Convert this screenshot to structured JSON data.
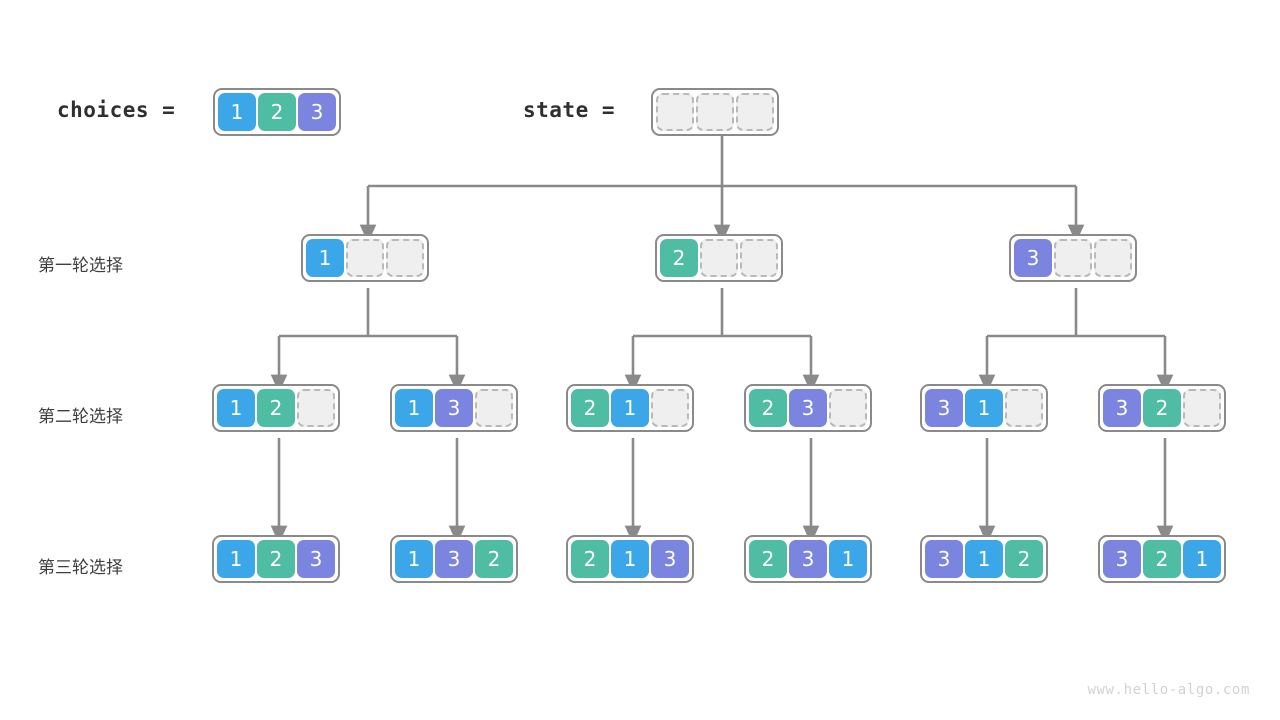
{
  "diagram": {
    "title": "permutation-backtracking-tree",
    "watermark": "www.hello-algo.com",
    "colors": {
      "blue": "#3BA7E8",
      "teal": "#4FBCA4",
      "purple": "#7B84DE",
      "empty_fill": "#efefef",
      "empty_border": "#b9b9b9",
      "box_border": "#8a8a8a",
      "edge": "#8a8a8a",
      "text": "#3f3f3f",
      "watermark": "#d2d2d2"
    }
  },
  "header": {
    "choices_label": "choices =",
    "state_label": "state =",
    "choices_values": [
      "1",
      "2",
      "3"
    ],
    "state_values": [
      "",
      "",
      ""
    ]
  },
  "rows": [
    {
      "label": "第一轮选择"
    },
    {
      "label": "第二轮选择"
    },
    {
      "label": "第三轮选择"
    }
  ],
  "level1": [
    {
      "values": [
        "1",
        "",
        ""
      ]
    },
    {
      "values": [
        "2",
        "",
        ""
      ]
    },
    {
      "values": [
        "3",
        "",
        ""
      ]
    }
  ],
  "level2": [
    {
      "values": [
        "1",
        "2",
        ""
      ]
    },
    {
      "values": [
        "1",
        "3",
        ""
      ]
    },
    {
      "values": [
        "2",
        "1",
        ""
      ]
    },
    {
      "values": [
        "2",
        "3",
        ""
      ]
    },
    {
      "values": [
        "3",
        "1",
        ""
      ]
    },
    {
      "values": [
        "3",
        "2",
        ""
      ]
    }
  ],
  "level3": [
    {
      "values": [
        "1",
        "2",
        "3"
      ]
    },
    {
      "values": [
        "1",
        "3",
        "2"
      ]
    },
    {
      "values": [
        "2",
        "1",
        "3"
      ]
    },
    {
      "values": [
        "2",
        "3",
        "1"
      ]
    },
    {
      "values": [
        "3",
        "1",
        "2"
      ]
    },
    {
      "values": [
        "3",
        "2",
        "1"
      ]
    }
  ]
}
